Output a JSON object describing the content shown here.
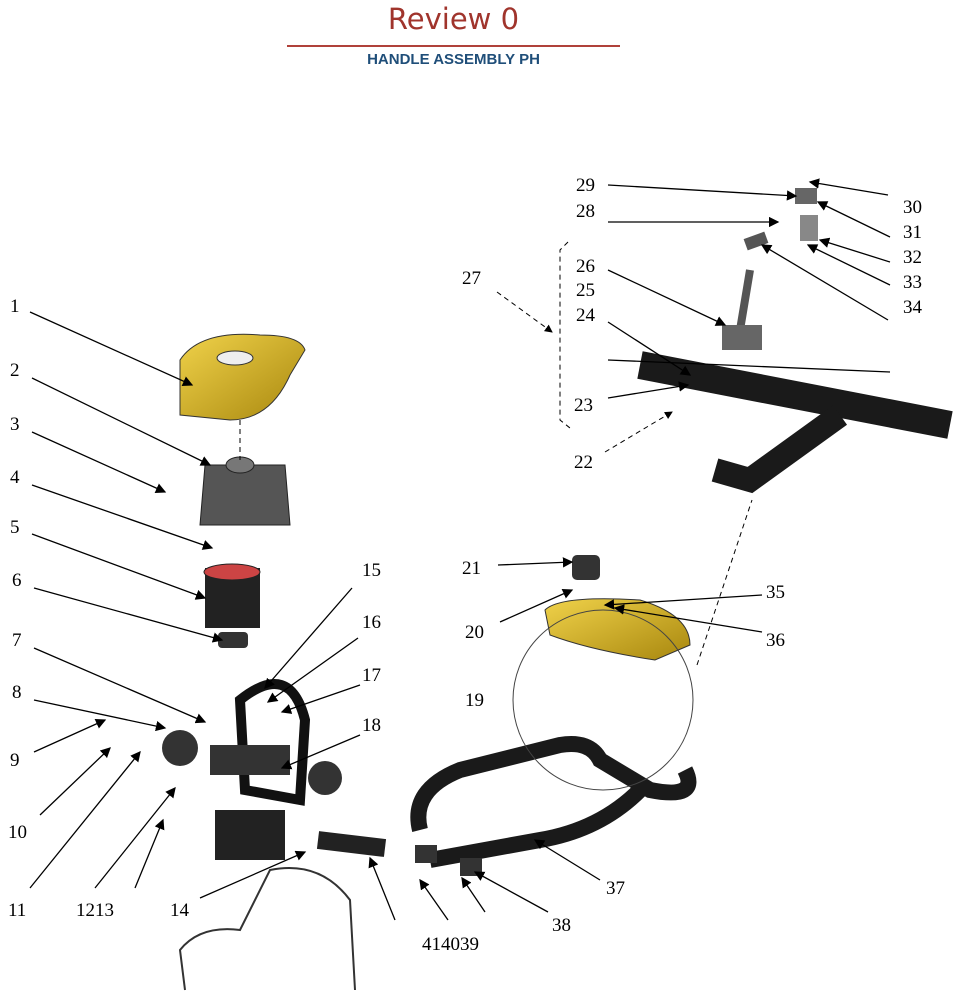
{
  "header": {
    "title": "Review 0",
    "subtitle": "HANDLE ASSEMBLY PH"
  },
  "colors": {
    "title": "#a0342c",
    "subtitle": "#1f4e79",
    "cover": "#d4b21e",
    "part": "#2a2a2a"
  },
  "callouts": [
    "1",
    "2",
    "3",
    "4",
    "5",
    "6",
    "7",
    "8",
    "9",
    "10",
    "11",
    "1213",
    "14",
    "15",
    "16",
    "17",
    "18",
    "19",
    "20",
    "21",
    "22",
    "23",
    "24",
    "25",
    "26",
    "27",
    "28",
    "29",
    "30",
    "31",
    "32",
    "33",
    "34",
    "35",
    "36",
    "37",
    "38",
    "414039"
  ]
}
